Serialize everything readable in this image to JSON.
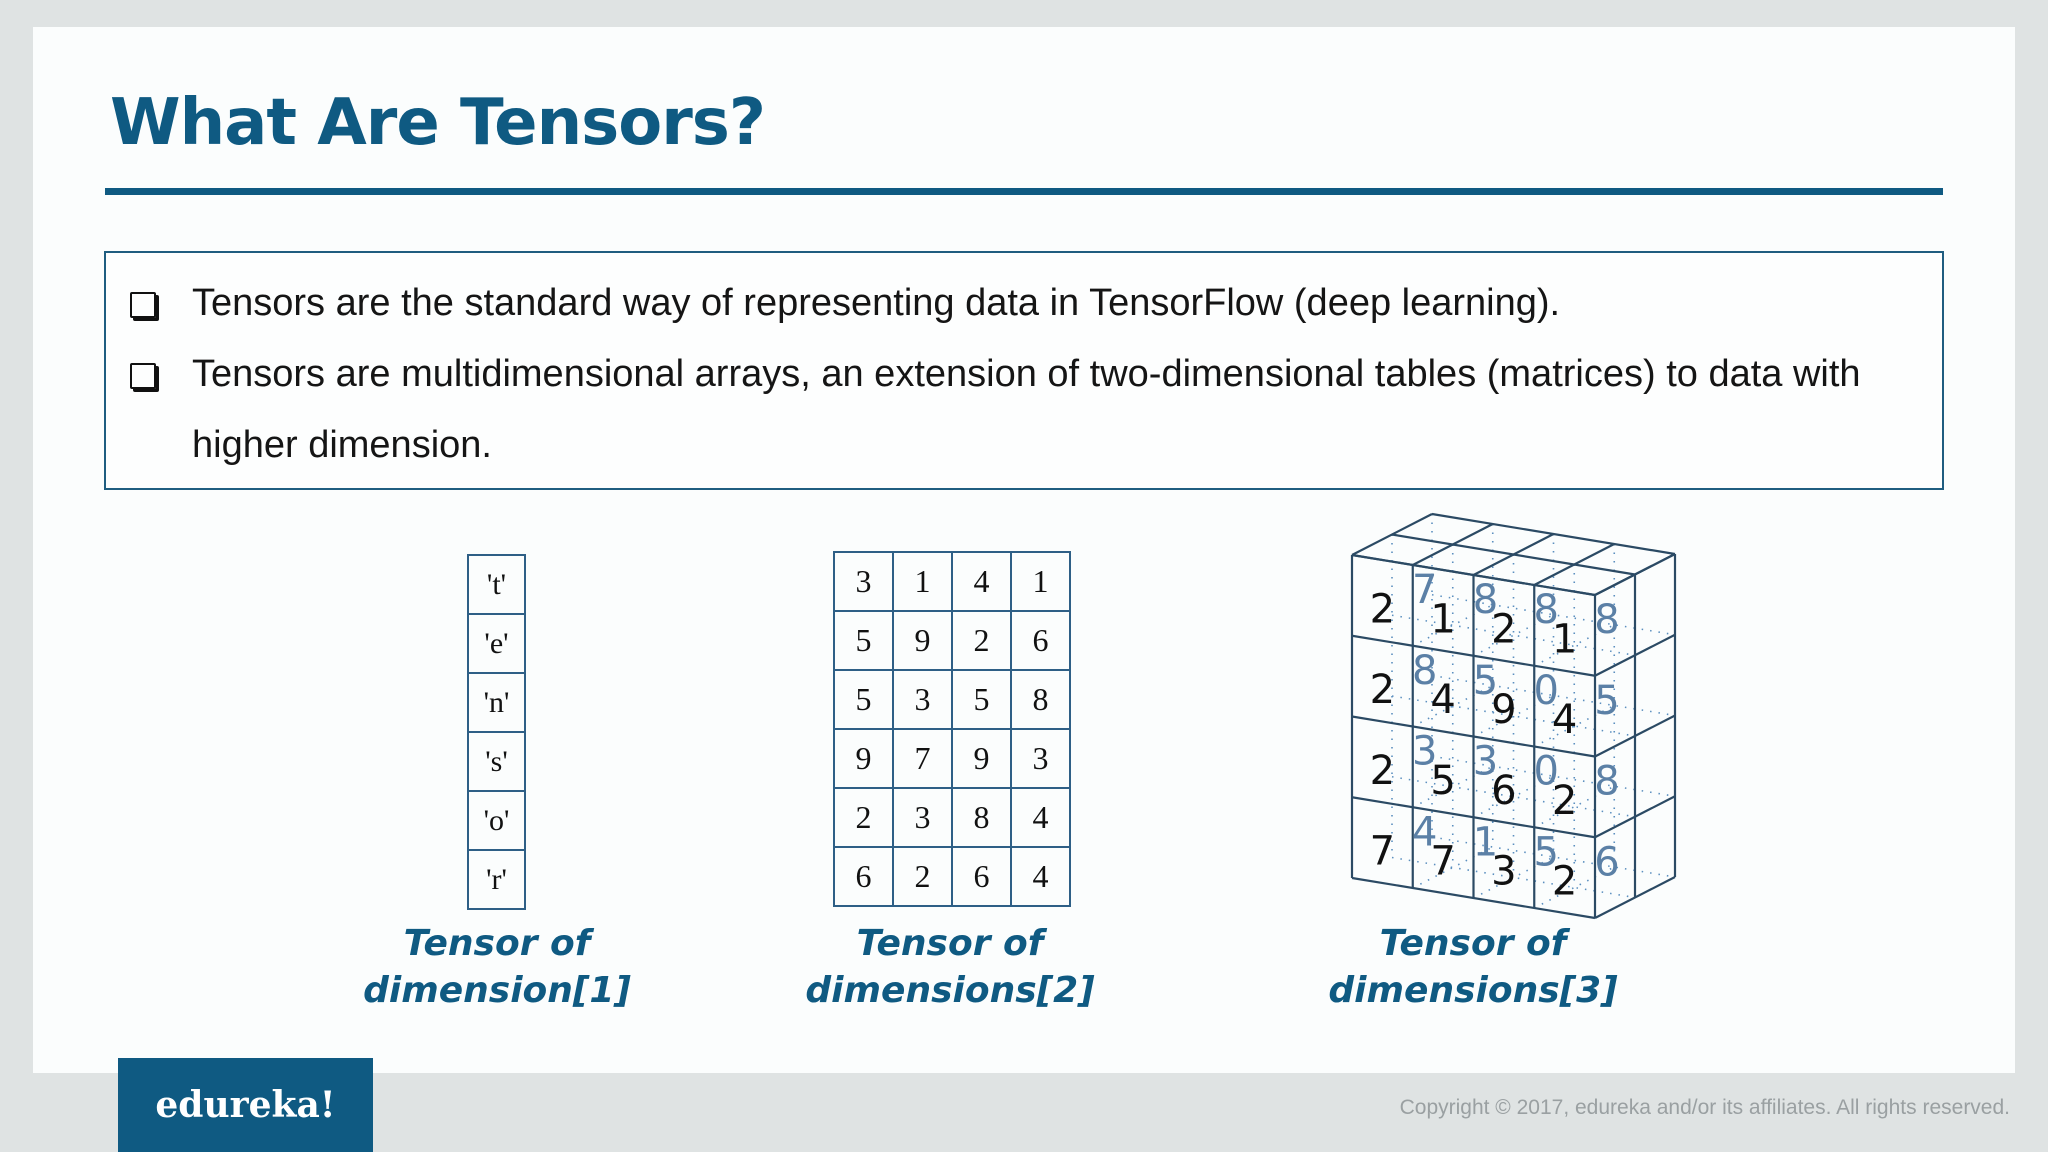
{
  "slide": {
    "title": "What Are Tensors?",
    "bullets": [
      {
        "text": "Tensors are the standard way of representing data in TensorFlow (deep learning)."
      },
      {
        "text": "Tensors are multidimensional arrays, an extension of two-dimensional tables (matrices) to data with higher dimension."
      }
    ],
    "bullet_icon": "hollow-square-bullet-icon"
  },
  "figures": {
    "tensor_1d": {
      "values": [
        "'t'",
        "'e'",
        "'n'",
        "'s'",
        "'o'",
        "'r'"
      ],
      "caption_line1": "Tensor of",
      "caption_line2": "dimension[1]"
    },
    "tensor_2d": {
      "rows": [
        [
          "3",
          "1",
          "4",
          "1"
        ],
        [
          "5",
          "9",
          "2",
          "6"
        ],
        [
          "5",
          "3",
          "5",
          "8"
        ],
        [
          "9",
          "7",
          "9",
          "3"
        ],
        [
          "2",
          "3",
          "8",
          "4"
        ],
        [
          "6",
          "2",
          "6",
          "4"
        ]
      ],
      "caption_line1": "Tensor of",
      "caption_line2": "dimensions[2]"
    },
    "tensor_3d": {
      "front_layer": [
        [
          "2",
          "1",
          "2",
          "1"
        ],
        [
          "2",
          "4",
          "9",
          "4"
        ],
        [
          "2",
          "5",
          "6",
          "2"
        ],
        [
          "7",
          "7",
          "3",
          "2"
        ]
      ],
      "back_layer": [
        [
          "7",
          "8",
          "8",
          "8"
        ],
        [
          "8",
          "5",
          "0",
          "5"
        ],
        [
          "3",
          "3",
          "0",
          "8"
        ],
        [
          "4",
          "1",
          "5",
          "6"
        ]
      ],
      "caption_line1": "Tensor of",
      "caption_line2": "dimensions[3]"
    }
  },
  "footer": {
    "logo": "edureka!",
    "copyright": "Copyright © 2017, edureka and/or its affiliates. All rights reserved."
  },
  "colors": {
    "brand_blue": "#0f5a82",
    "grid_line": "#2e5f86",
    "back_number_blue": "#5b80a6",
    "background_gray": "#dfe3e3"
  }
}
